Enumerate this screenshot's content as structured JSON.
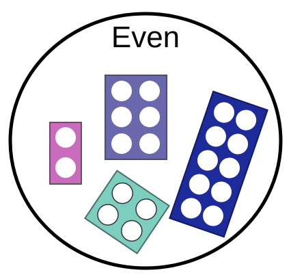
{
  "set_label": "Even",
  "colors": {
    "circle_stroke": "#000000",
    "pink_frame": "#cc77c0",
    "purple_frame": "#6e6bb0",
    "teal_frame": "#7fcfc0",
    "blue_frame": "#1d2c9a",
    "hole": "#ffffff"
  },
  "ten_frames": [
    {
      "name": "pink-frame",
      "dots": 2,
      "color": "pink_frame"
    },
    {
      "name": "purple-frame",
      "dots": 6,
      "color": "purple_frame"
    },
    {
      "name": "teal-frame",
      "dots": 4,
      "color": "teal_frame"
    },
    {
      "name": "blue-frame",
      "dots": 10,
      "color": "blue_frame"
    }
  ]
}
